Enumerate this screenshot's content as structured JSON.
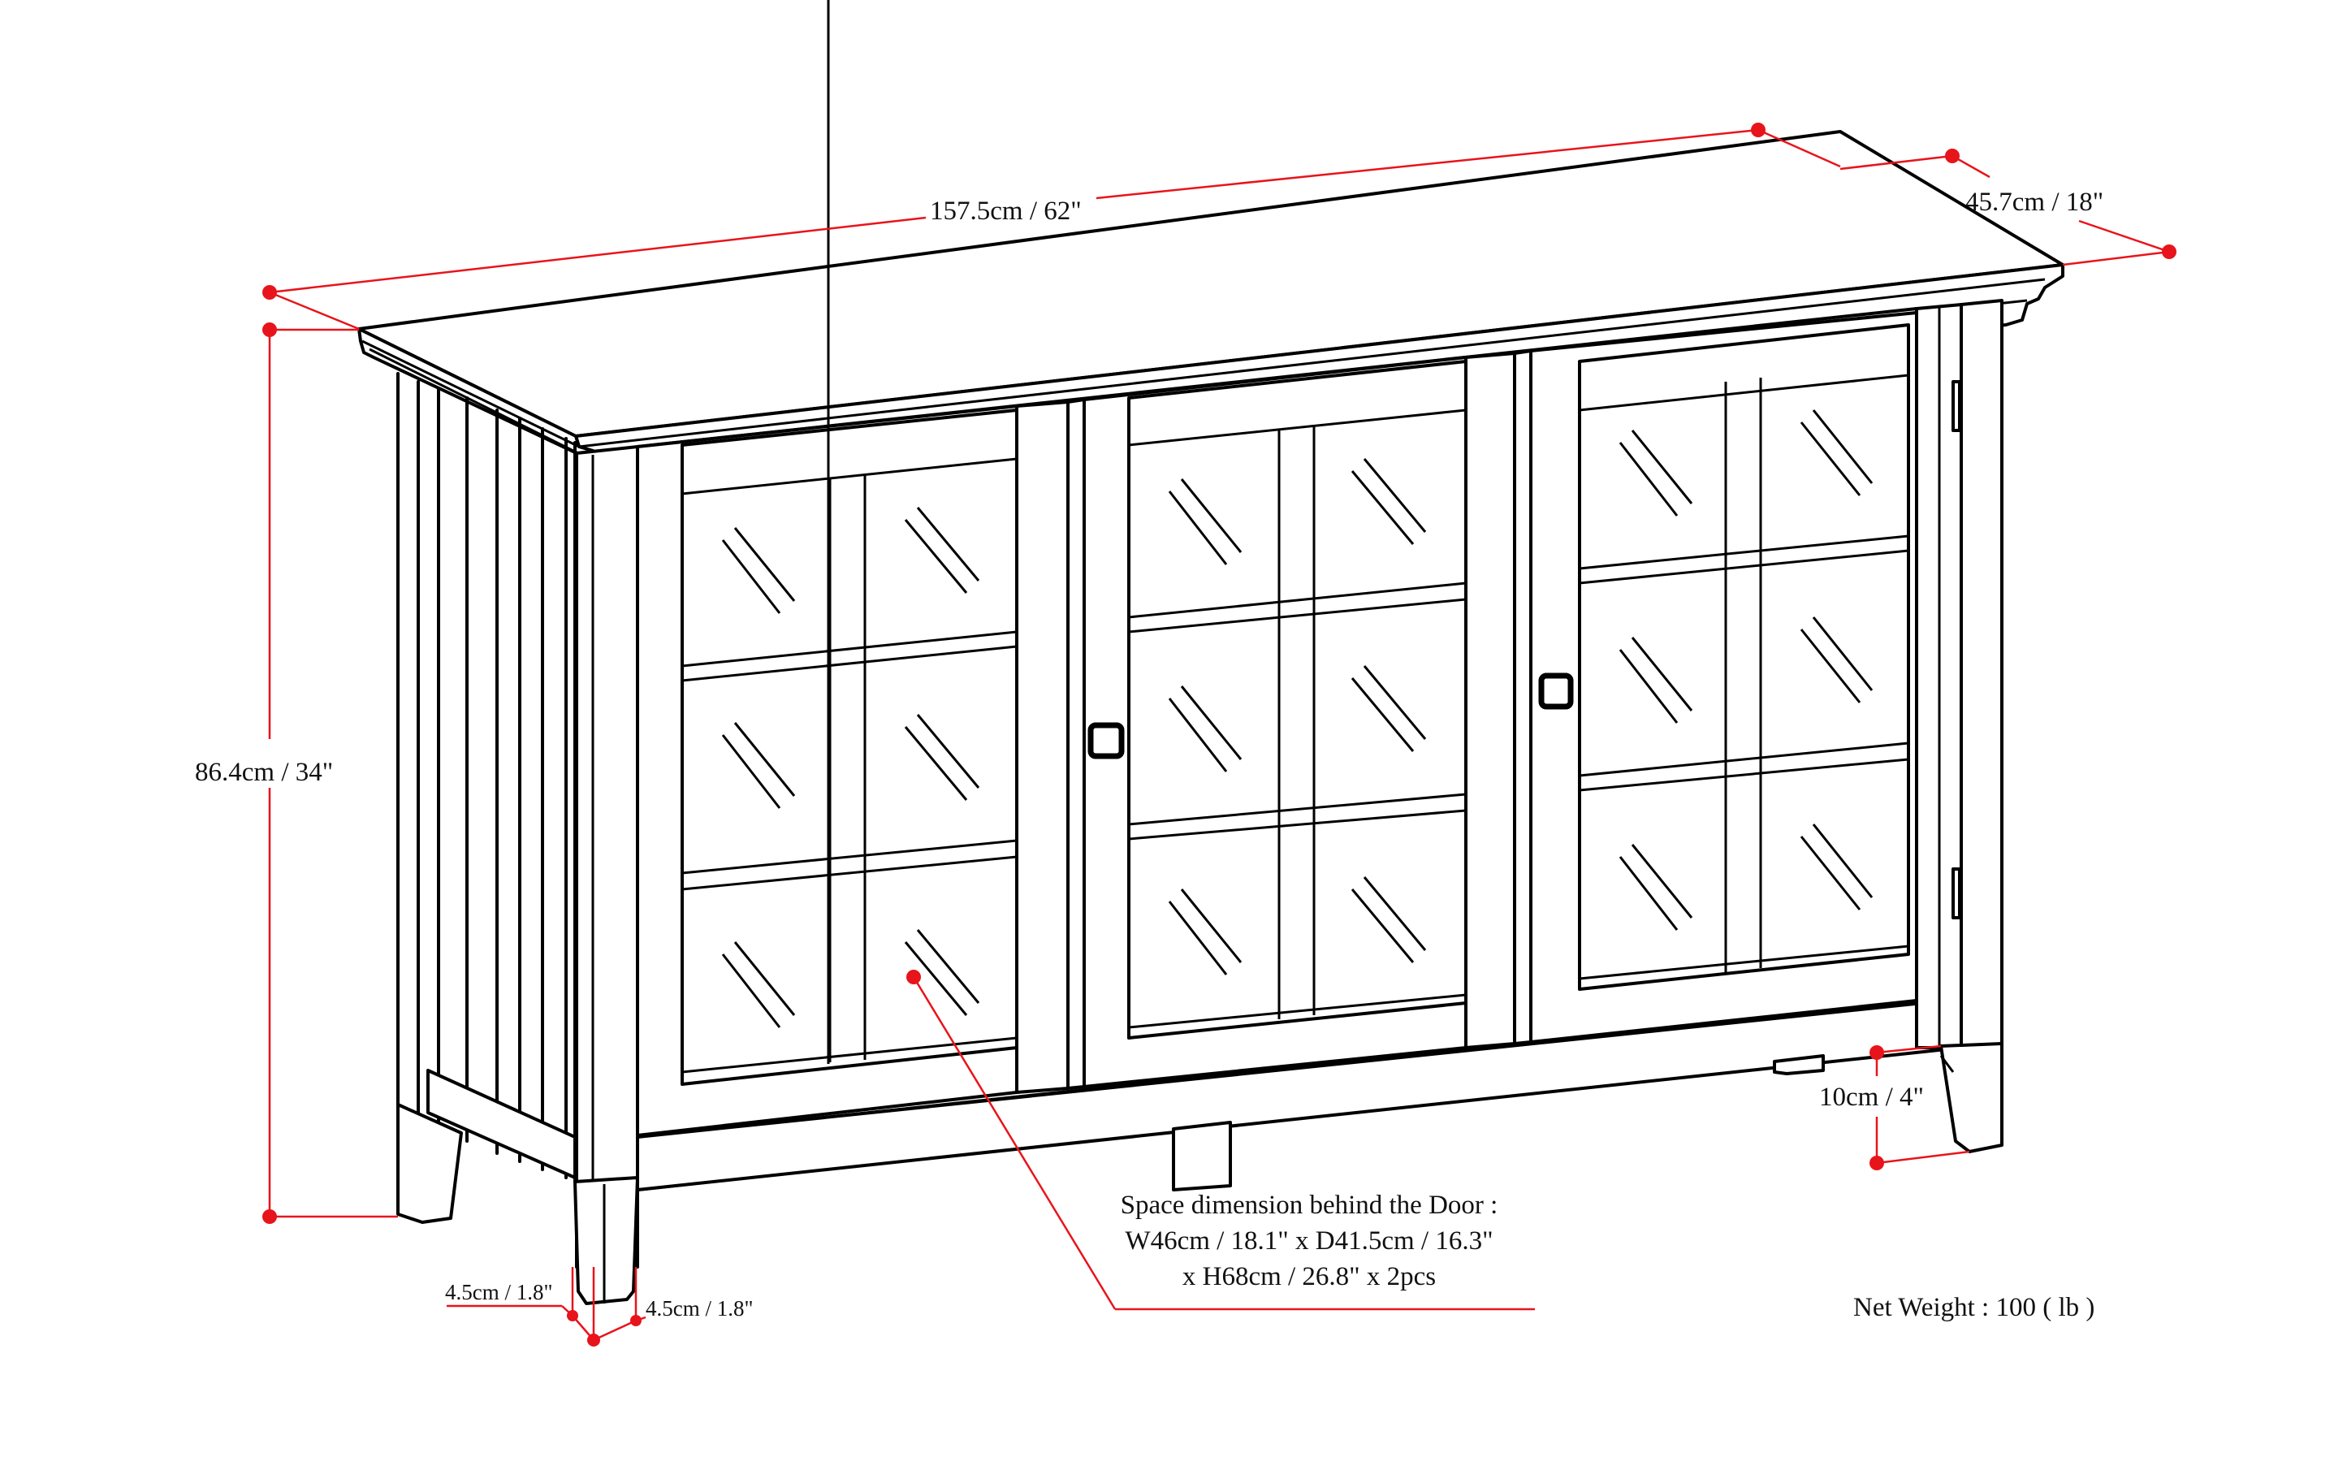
{
  "diagram": {
    "subject": "Sideboard cabinet with three glass doors",
    "colors": {
      "outline": "#000000",
      "dimension_line": "#e8141b",
      "background": "#ffffff"
    },
    "dimensions": {
      "width": "157.5cm / 62\"",
      "depth": "45.7cm / 18\"",
      "height": "86.4cm / 34\"",
      "leg_width_front": "4.5cm / 1.8\"",
      "leg_width_side": "4.5cm / 1.8\"",
      "floor_clearance": "10cm / 4\""
    },
    "interior_note": {
      "line1": "Space dimension behind the Door  :",
      "line2": "W46cm / 18.1\" x D41.5cm / 16.3\"",
      "line3": "x H68cm / 26.8\" x 2pcs"
    },
    "net_weight": "Net Weight : 100 ( lb )"
  }
}
